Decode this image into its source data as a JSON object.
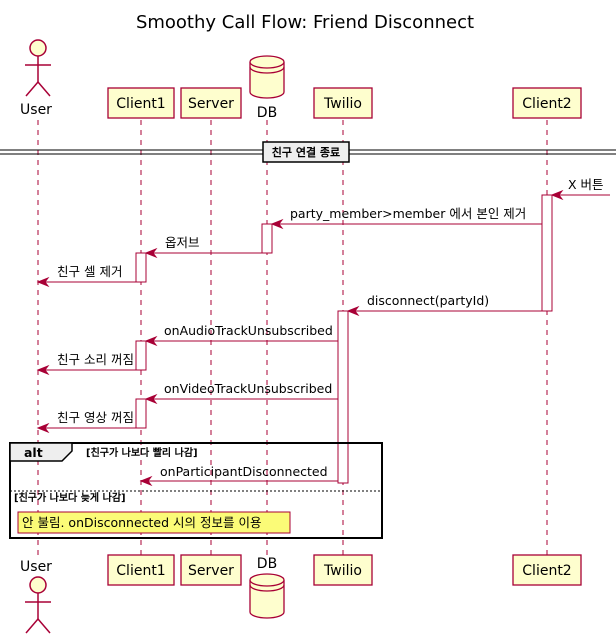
{
  "title": "Smoothy Call Flow: Friend Disconnect",
  "participants": [
    {
      "id": "user",
      "label": "User",
      "kind": "actor"
    },
    {
      "id": "client1",
      "label": "Client1",
      "kind": "participant"
    },
    {
      "id": "server",
      "label": "Server",
      "kind": "participant"
    },
    {
      "id": "db",
      "label": "DB",
      "kind": "database"
    },
    {
      "id": "twilio",
      "label": "Twilio",
      "kind": "participant"
    },
    {
      "id": "client2",
      "label": "Client2",
      "kind": "participant"
    }
  ],
  "divider": "친구 연결 종료",
  "messages": [
    {
      "from": "external",
      "to": "client2",
      "label": "X 버튼"
    },
    {
      "from": "client2",
      "to": "db",
      "label": "party_member>member 에서 본인 제거"
    },
    {
      "from": "db",
      "to": "client1",
      "label": "옵저브"
    },
    {
      "from": "client1",
      "to": "user",
      "label": "친구 셀 제거"
    },
    {
      "from": "client2",
      "to": "twilio",
      "label": "disconnect(partyId)"
    },
    {
      "from": "twilio",
      "to": "client1",
      "label": "onAudioTrackUnsubscribed"
    },
    {
      "from": "client1",
      "to": "user",
      "label": "친구 소리 꺼짐"
    },
    {
      "from": "twilio",
      "to": "client1",
      "label": "onVideoTrackUnsubscribed"
    },
    {
      "from": "client1",
      "to": "user",
      "label": "친구 영상 꺼짐"
    },
    {
      "from": "twilio",
      "to": "client1",
      "label": "onParticipantDisconnected"
    }
  ],
  "alt": {
    "keyword": "alt",
    "condition1": "[친구가 나보다 빨리 나감]",
    "condition2": "[친구가 나보다 늦게 나감]",
    "note": "안 불림. onDisconnected 시의 정보를 이용"
  },
  "colors": {
    "line": "#A80036",
    "box_fill": "#FEFECE",
    "note_fill": "#FBFB77"
  }
}
